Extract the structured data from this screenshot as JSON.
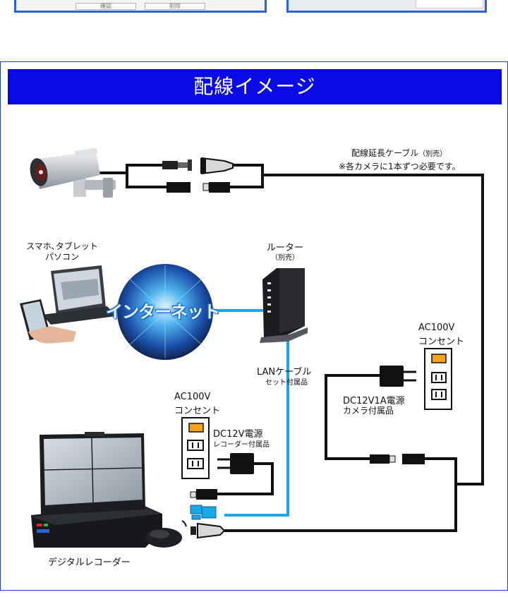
{
  "page": {
    "title": "配線イメージ"
  },
  "top_buttons": [
    "確認",
    "削除"
  ],
  "labels": {
    "ext_cable": "配線延長ケーブル",
    "ext_cable_sold": "（別売）",
    "ext_cable_note": "※各カメラに1本ずつ必要です。",
    "devices_line1": "スマホ､タブレット",
    "devices_line2": "パソコン",
    "router": "ルーター",
    "router_sold": "（別売）",
    "internet": "インターネット",
    "lan_cable": "LANケーブル",
    "lan_cable_sub": "セット付属品",
    "ac_right_1": "AC100V",
    "ac_right_2": "コンセント",
    "dc_camera": "DC12V1A電源",
    "dc_camera_sub": "カメラ付属品",
    "ac_left_1": "AC100V",
    "ac_left_2": "コンセント",
    "dc_recorder": "DC12V電源",
    "dc_recorder_sub": "レコーダー付属品",
    "recorder": "デジタルレコーダー"
  },
  "colors": {
    "title_bg": "#0a0ae6",
    "frame": "#1e3bd2",
    "lan_cable": "#1aa7e6",
    "outlet_hot": "#f7a21b",
    "wire": "#111111"
  },
  "icons": [
    "security-camera-icon",
    "bnc-connector-icon",
    "dc-plug-icon",
    "laptop-icon",
    "smartphone-icon",
    "globe-icon",
    "router-icon",
    "outlet-icon",
    "power-adapter-icon",
    "dvr-monitor-icon",
    "mouse-icon",
    "lan-connector-icon"
  ]
}
